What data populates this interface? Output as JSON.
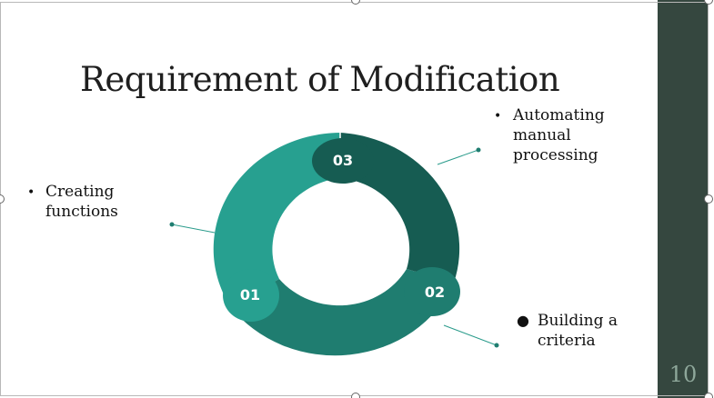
{
  "slide": {
    "title": "Requirement of Modification",
    "number": "10"
  },
  "bullets": [
    {
      "lines": [
        "Creating",
        "functions"
      ]
    },
    {
      "lines": [
        "Automating",
        "manual",
        "processing"
      ]
    },
    {
      "lines": [
        "Building a",
        "criteria"
      ]
    }
  ],
  "cycle": {
    "segments": [
      "01",
      "02",
      "03"
    ]
  },
  "colors": {
    "teal_light": "#27a090",
    "teal_mid": "#1f7d70",
    "teal_dark": "#165c52",
    "side_panel": "#35473f"
  }
}
